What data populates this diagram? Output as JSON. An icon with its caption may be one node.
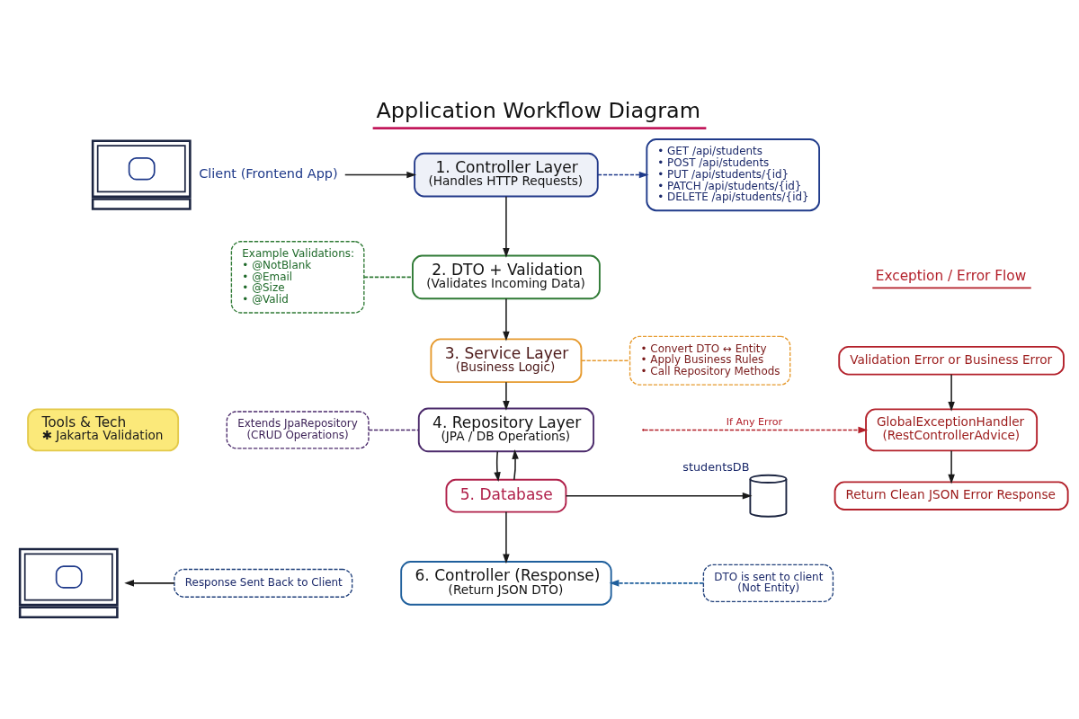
{
  "diagram": {
    "title": "Application Workflow Diagram",
    "nodes": [
      {
        "text": [],
        "shape": "picture",
        "beside": [
          "Client (Frontend App)"
        ]
      },
      {
        "text": [
          "1. Controller Layer",
          "(Handles HTTP Requests)"
        ]
      },
      {
        "text": [
          "• GET /api/students",
          "• POST /api/students",
          "• PUT /api/students/{id}",
          "• PATCH /api/students/{id}",
          "• DELETE /api/students/{id}"
        ]
      },
      {
        "text": [
          "Example Validations:",
          "• @NotBlank",
          "• @Email",
          "• @Size",
          "• @Valid"
        ]
      },
      {
        "text": [
          "2. DTO + Validation",
          "(Validates Incoming Data)"
        ]
      },
      {
        "text": [
          "3. Service Layer",
          "(Business Logic)"
        ]
      },
      {
        "text": [
          "• Convert DTO ↔ Entity",
          "• Apply Business Rules",
          "• Call Repository Methods"
        ]
      },
      {
        "text": [
          "Extends JpaRepository",
          "(CRUD Operations)"
        ]
      },
      {
        "text": [
          "4. Repository Layer",
          "(JPA / DB Operations)"
        ]
      },
      {
        "text": [
          "5. Database"
        ]
      },
      {
        "text": [],
        "shape": "cylinder",
        "beside": [
          "studentsDB"
        ]
      },
      {
        "text": [
          "Response Sent Back to Client"
        ]
      },
      {
        "text": [],
        "shape": "picture"
      },
      {
        "text": [
          "6. Controller (Response)",
          "(Return JSON DTO)"
        ]
      },
      {
        "text": [
          "DTO is sent to client",
          "(Not Entity)"
        ]
      },
      {
        "text": [
          "Validation Error or Business Error"
        ]
      },
      {
        "text": [
          "GlobalExceptionHandler",
          "(RestControllerAdvice)"
        ]
      },
      {
        "text": [
          "Return Clean JSON Error Response"
        ]
      },
      {
        "text": [
          "Tools & Tech",
          "✱ Jakarta Validation"
        ]
      }
    ],
    "edges": [
      {
        "from": 0,
        "to": 1,
        "arrow": "to"
      },
      {
        "from": 1,
        "to": 2,
        "arrow": "to",
        "style": "dashed",
        "color": "#1f3a8a"
      },
      {
        "from": 1,
        "to": 4,
        "arrow": "to"
      },
      {
        "from": 3,
        "to": 4,
        "arrow": "none",
        "style": "dashed",
        "color": "#2f7a35"
      },
      {
        "from": 4,
        "to": 5,
        "arrow": "to"
      },
      {
        "from": 5,
        "to": 6,
        "arrow": "none",
        "style": "dashed",
        "color": "#e69a2e"
      },
      {
        "from": 5,
        "to": 8,
        "arrow": "to"
      },
      {
        "from": 7,
        "to": 8,
        "arrow": "none",
        "style": "dashed",
        "color": "#4b2a6b"
      },
      {
        "from": 9,
        "to": 8,
        "arrow": "to"
      },
      {
        "from": 8,
        "to": 9,
        "arrow": "to"
      },
      {
        "from": 9,
        "to": 10,
        "arrow": "to"
      },
      {
        "from": 9,
        "to": 13,
        "arrow": "to"
      },
      {
        "from": 11,
        "to": 12,
        "arrow": "to"
      },
      {
        "from": 14,
        "to": 13,
        "arrow": "to",
        "style": "dashed",
        "color": "#1f5f9c"
      },
      {
        "from": null,
        "to": 16,
        "arrow": "to",
        "label": "If Any Error",
        "style": "dashed",
        "color": "#b3202a"
      },
      {
        "from": 15,
        "to": 16,
        "arrow": "to"
      },
      {
        "from": 16,
        "to": 17,
        "arrow": "to"
      }
    ],
    "labels": [
      "Exception / Error Flow"
    ]
  }
}
